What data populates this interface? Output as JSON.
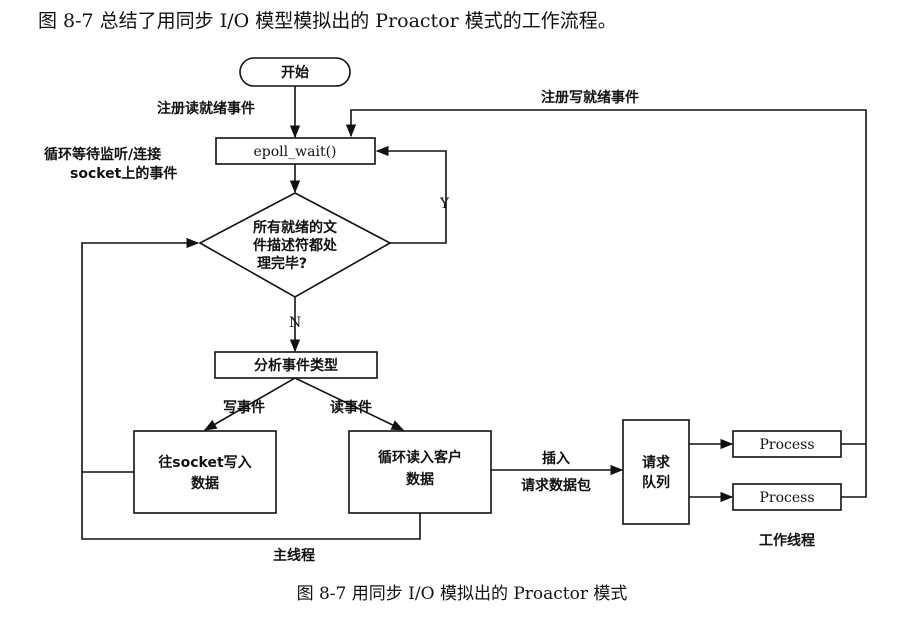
{
  "header": {
    "text": "图 8-7 总结了用同步 I/O 模型模拟出的 Proactor 模式的工作流程。"
  },
  "diagram": {
    "start": "开始",
    "register_read": "注册读就绪事件",
    "register_write": "注册写就绪事件",
    "wait_label_line1": "循环等待监听/连接",
    "wait_label_line2": "socket上的事件",
    "epoll": "epoll_wait()",
    "decision_line1": "所有就绪的文",
    "decision_line2": "件描述符都处",
    "decision_line3": "理完毕?",
    "yes": "Y",
    "no": "N",
    "analyze": "分析事件类型",
    "write_event": "写事件",
    "read_event": "读事件",
    "write_box_line1": "往socket写入",
    "write_box_line2": "数据",
    "read_box_line1": "循环读入客户",
    "read_box_line2": "数据",
    "insert_line1": "插入",
    "insert_line2": "请求数据包",
    "queue_line1": "请求",
    "queue_line2": "队列",
    "process_1": "Process",
    "process_2": "Process",
    "main_thread": "主线程",
    "worker_threads": "工作线程"
  },
  "caption": {
    "text": "图 8-7   用同步 I/O 模拟出的 Proactor 模式"
  }
}
